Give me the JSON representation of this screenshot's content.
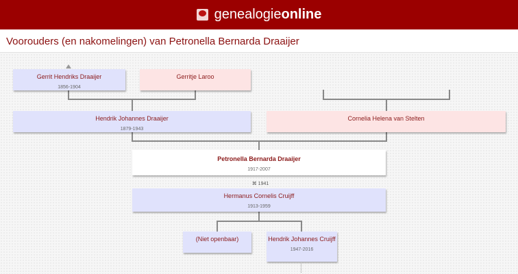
{
  "header": {
    "logo_part1": "genealogie",
    "logo_part2": "online",
    "logo_icon": "tree-icon"
  },
  "title": "Voorouders (en nakomelingen) van Petronella Bernarda Draaijer",
  "people": {
    "ggf": {
      "name": "Gerrit Hendriks Draaijer",
      "years": "1856-1904"
    },
    "ggm": {
      "name": "Gerritje Laroo",
      "years": ""
    },
    "father": {
      "name": "Hendrik Johannes Draaijer",
      "years": "1879-1943"
    },
    "mother": {
      "name": "Cornelia Helena van Stelten",
      "years": ""
    },
    "subject": {
      "name": "Petronella Bernarda Draaijer",
      "years": "1917-2007"
    },
    "spouse": {
      "name": "Hermanus Cornelis Cruijff",
      "years": "1913-1959"
    },
    "child1": {
      "name": "(Niet openbaar)",
      "years": ""
    },
    "child2": {
      "name": "Hendrik Johannes Cruijff",
      "years": "1947-2016"
    }
  },
  "marriage": "⌘ 1941"
}
